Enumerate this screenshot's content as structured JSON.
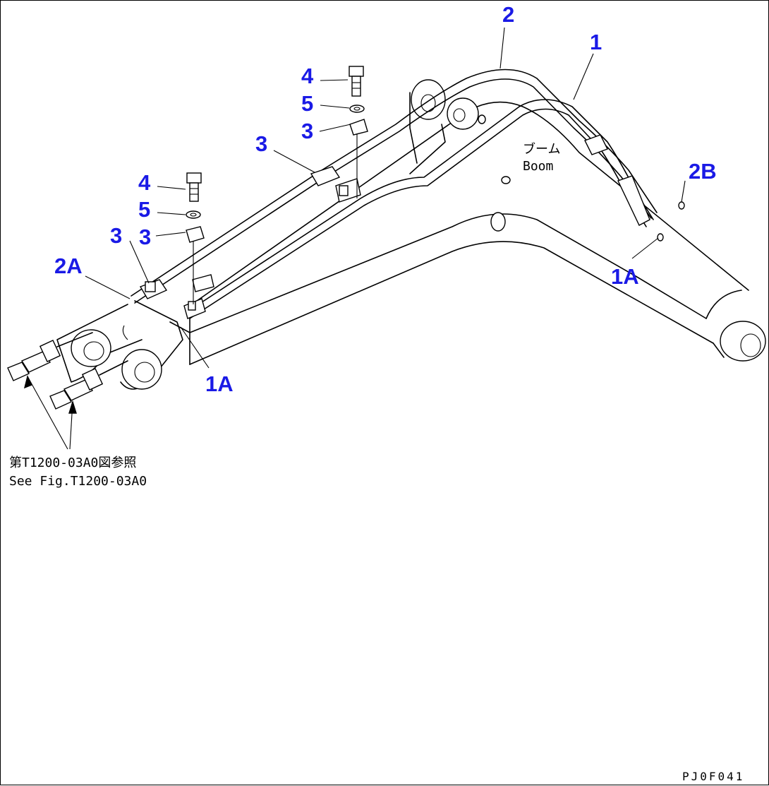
{
  "callouts": [
    {
      "id": "c1",
      "label": "1"
    },
    {
      "id": "c2",
      "label": "2"
    },
    {
      "id": "c2A",
      "label": "2A"
    },
    {
      "id": "c2B",
      "label": "2B"
    },
    {
      "id": "c1A_right",
      "label": "1A"
    },
    {
      "id": "c1A_bottom",
      "label": "1A"
    },
    {
      "id": "c3_a",
      "label": "3"
    },
    {
      "id": "c3_b",
      "label": "3"
    },
    {
      "id": "c3_c",
      "label": "3"
    },
    {
      "id": "c3_d",
      "label": "3"
    },
    {
      "id": "c4_a",
      "label": "4"
    },
    {
      "id": "c4_b",
      "label": "4"
    },
    {
      "id": "c5_a",
      "label": "5"
    },
    {
      "id": "c5_b",
      "label": "5"
    }
  ],
  "boom_label": {
    "jp": "ブーム",
    "en": "Boom"
  },
  "reference_note": {
    "jp": "第T1200-03A0図参照",
    "en": "See Fig.T1200-03A0"
  },
  "drawing_code": "PJ0F041",
  "colors": {
    "callout": "#1a1ae6",
    "line": "#000000",
    "background": "#ffffff"
  }
}
